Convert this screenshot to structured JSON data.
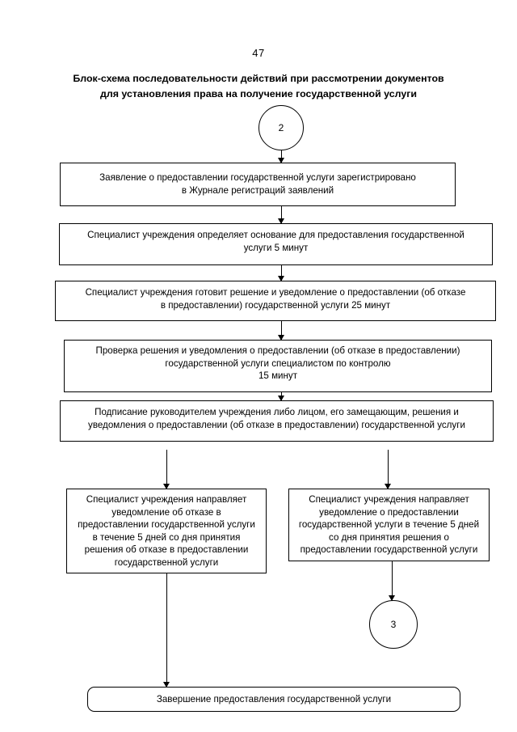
{
  "document": {
    "page_number": "47",
    "title_lines": [
      "Блок-схема последовательности действий при рассмотрении документов",
      "для установления права на получение государственной услуги"
    ]
  },
  "flowchart": {
    "type": "flowchart",
    "nodes": [
      {
        "id": "connector-in",
        "shape": "circle",
        "label": "2"
      },
      {
        "id": "step-1",
        "shape": "process",
        "lines": [
          "Заявление о предоставлении государственной услуги зарегистрировано",
          "в Журнале регистраций заявлений"
        ]
      },
      {
        "id": "step-2",
        "shape": "process",
        "lines": [
          "Специалист учреждения определяет основание для предоставления государственной",
          "услуги 5 минут"
        ]
      },
      {
        "id": "step-3",
        "shape": "process",
        "lines": [
          "Специалист учреждения готовит решение и уведомление о предоставлении (об отказе",
          "в предоставлении) государственной услуги 25 минут"
        ]
      },
      {
        "id": "step-4",
        "shape": "process",
        "lines": [
          "Проверка решения и уведомления о предоставлении (об отказе в предоставлении)",
          "государственной услуги специалистом по контролю",
          "15 минут"
        ]
      },
      {
        "id": "step-5",
        "shape": "process",
        "lines": [
          "Подписание руководителем учреждения либо лицом, его замещающим, решения и",
          "уведомления о предоставлении (об отказе в предоставлении) государственной услуги"
        ]
      },
      {
        "id": "branch-refusal",
        "shape": "process",
        "lines": [
          "Специалист учреждения направляет",
          "уведомление об отказе в",
          "предоставлении государственной услуги",
          "в течение 5 дней со дня принятия",
          "решения об отказе в предоставлении",
          "государственной услуги"
        ]
      },
      {
        "id": "branch-grant",
        "shape": "process",
        "lines": [
          "Специалист учреждения направляет",
          "уведомление    о предоставлении",
          "государственной услуги  в течение 5 дней",
          "со дня принятия решения о",
          "предоставлении государственной услуги"
        ]
      },
      {
        "id": "connector-out",
        "shape": "circle",
        "label": "3"
      },
      {
        "id": "end",
        "shape": "terminator",
        "lines": [
          "Завершение предоставления государственной услуги"
        ]
      }
    ]
  }
}
